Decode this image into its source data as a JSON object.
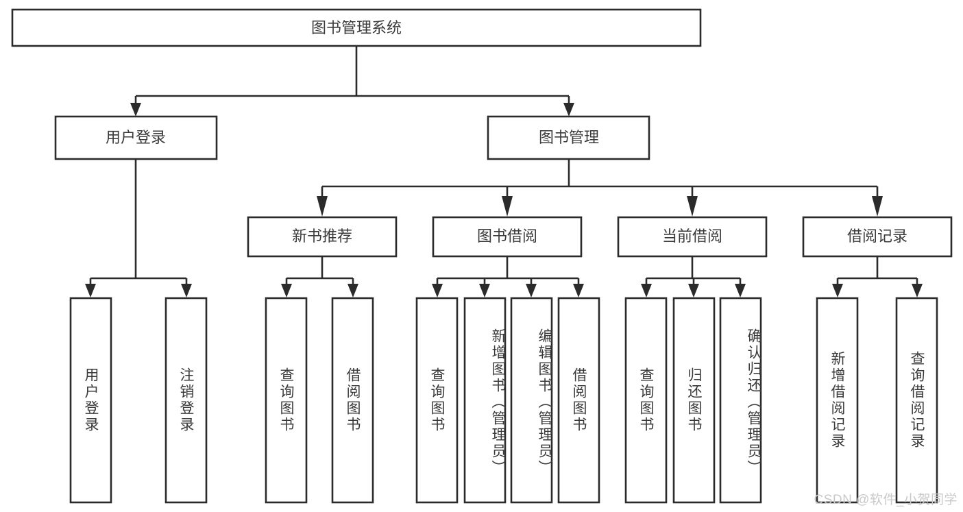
{
  "diagram": {
    "title": "图书管理系统",
    "type": "tree-hierarchy-diagram",
    "colors": {
      "stroke": "#2b2b2b",
      "fill": "#ffffff",
      "text": "#3a3a3a",
      "watermark": "#c9c9c9",
      "background": "#ffffff"
    },
    "root": {
      "label": "图书管理系统"
    },
    "level2": [
      {
        "label": "用户登录"
      },
      {
        "label": "图书管理"
      }
    ],
    "level3": [
      {
        "label": "新书推荐"
      },
      {
        "label": "图书借阅"
      },
      {
        "label": "当前借阅"
      },
      {
        "label": "借阅记录"
      }
    ],
    "leaves": {
      "user_login": [
        {
          "label": "用户登录"
        },
        {
          "label": "注销登录"
        }
      ],
      "new_book_recommend": [
        {
          "label": "查询图书"
        },
        {
          "label": "借阅图书"
        }
      ],
      "book_borrow": [
        {
          "label": "查询图书"
        },
        {
          "label": "新增图书（管理员）"
        },
        {
          "label": "编辑图书（管理员）"
        },
        {
          "label": "借阅图书"
        }
      ],
      "current_borrow": [
        {
          "label": "查询图书"
        },
        {
          "label": "归还图书"
        },
        {
          "label": "确认归还（管理员）"
        }
      ],
      "borrow_records": [
        {
          "label": "新增借阅记录"
        },
        {
          "label": "查询借阅记录"
        }
      ]
    }
  },
  "watermark": {
    "text": "CSDN @软件_小贺同学"
  }
}
